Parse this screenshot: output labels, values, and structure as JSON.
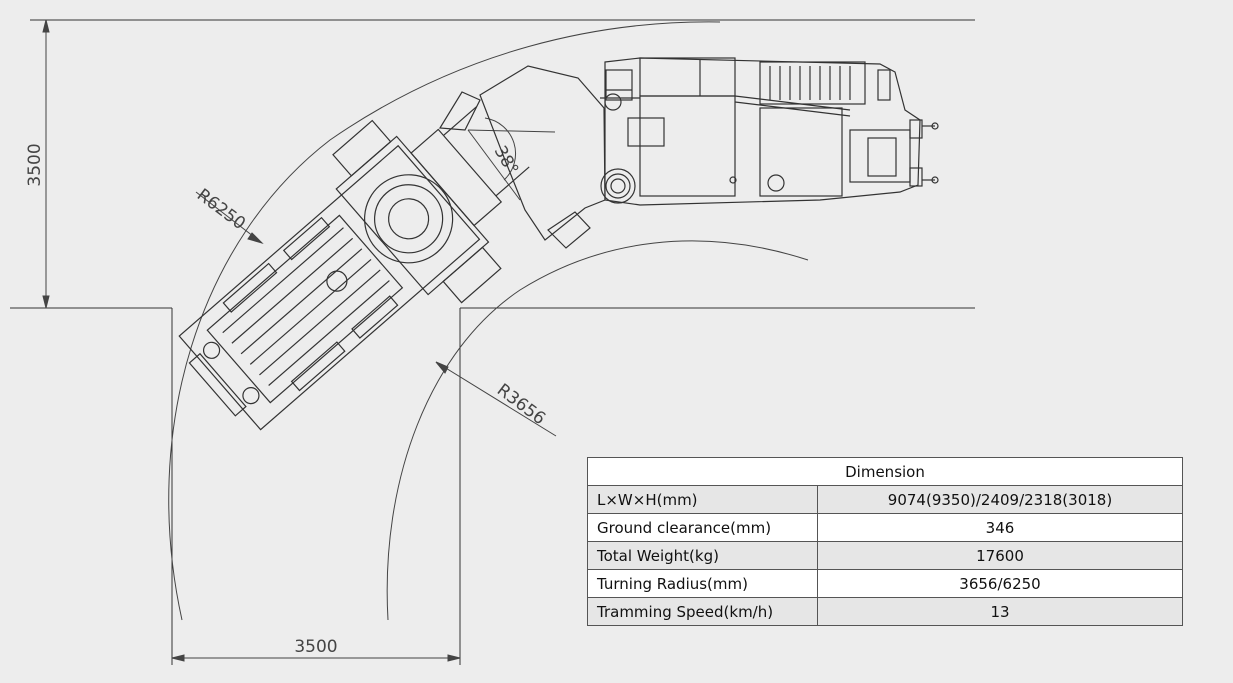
{
  "drawing": {
    "dim_vertical": "3500",
    "dim_horizontal": "3500",
    "radius_outer": "R6250",
    "radius_inner": "R3656",
    "articulation_angle": "38°"
  },
  "table": {
    "title": "Dimension",
    "rows": [
      {
        "label": "L×W×H(mm)",
        "value": "9074(9350)/2409/2318(3018)"
      },
      {
        "label": "Ground clearance(mm)",
        "value": "346"
      },
      {
        "label": "Total Weight(kg)",
        "value": "17600"
      },
      {
        "label": "Turning Radius(mm)",
        "value": "3656/6250"
      },
      {
        "label": "Tramming Speed(km/h)",
        "value": "13"
      }
    ]
  }
}
